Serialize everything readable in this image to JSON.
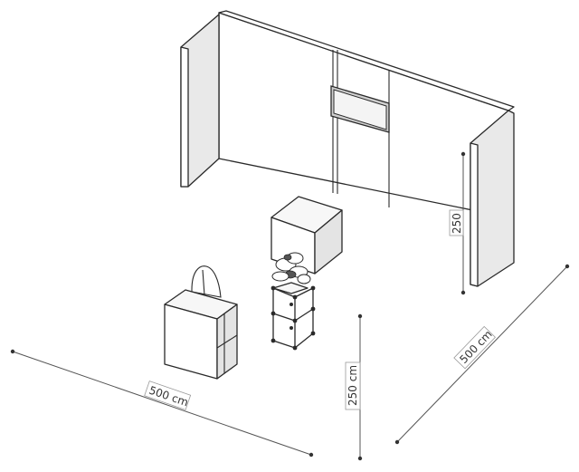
{
  "dimensions": {
    "width_label": "500 cm",
    "depth_label": "500 cm",
    "height_label": "250 cm",
    "wall_height_label": "250"
  }
}
